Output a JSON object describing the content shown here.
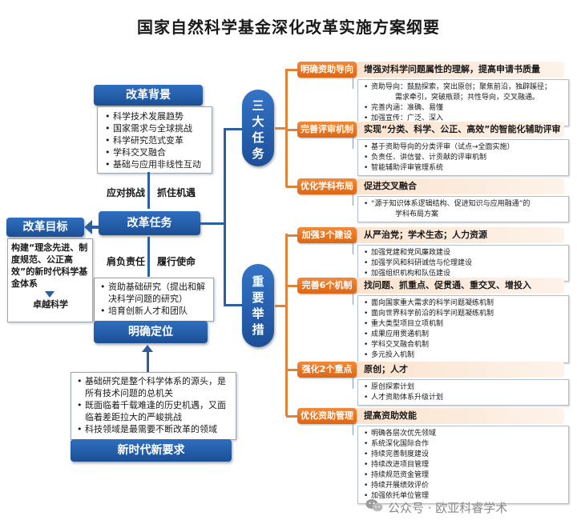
{
  "title": "国家自然科学基金深化改革实施方案纲要",
  "left": {
    "background": {
      "header": "改革背景",
      "items": [
        "科学技术发展趋势",
        "国家需求与全球挑战",
        "科学研究范式变革",
        "学科交叉融合",
        "基础与应用非线性互动"
      ]
    },
    "link_top": [
      "应对挑战",
      "抓住机遇"
    ],
    "tasks": "改革任务",
    "link_bottom": [
      "肩负责任",
      "履行使命"
    ],
    "positioning": {
      "items": [
        "资助基础研究（提出和解决科学问题的研究）",
        "培育创新人才和团队"
      ],
      "header": "明确定位"
    },
    "new_era": {
      "items": [
        "基础研究是整个科学体系的源头，是所有技术问题的总机关",
        "既面临着千载难逢的历史机遇，又面临着差距拉大的严峻挑战",
        "科技领域是最需要不断改革的领域"
      ],
      "header": "新时代新要求"
    },
    "goal": {
      "header": "改革目标",
      "text": "构建“理念先进、制度规范、公正高效”的新时代科学基金体系",
      "result": "卓越科学"
    }
  },
  "groups": {
    "three_tasks": "三大任务",
    "key_measures": "重要举措"
  },
  "right": [
    {
      "label": "明确资助导向",
      "head": "增强对科学问题属性的理解，提高申请书质量",
      "items": [
        {
          "text": "资助导向：鼓励探索，突出原创；聚焦前沿，独辟蹊径；",
          "cont": false
        },
        {
          "text": "需求牵引，突破瓶颈；共性导向，交叉融通。",
          "cont": true
        },
        {
          "text": "完善内涵：准确、易懂",
          "cont": false
        },
        {
          "text": "加强宣传：广泛、深入",
          "cont": false
        }
      ]
    },
    {
      "label": "完善评审机制",
      "head": "实现“分类、科学、公正、高效”的智能化辅助评审",
      "items": [
        {
          "text": "基于资助导向的分类评审（试点→全面实施）",
          "cont": false
        },
        {
          "text": "负责任、讲信誉、计贡献的评审机制",
          "cont": false
        },
        {
          "text": "智能辅助评审管理系统",
          "cont": false
        }
      ]
    },
    {
      "label": "优化学科布局",
      "head": "促进交叉融合",
      "items": [
        {
          "text": "“源于知识体系逻辑结构、促进知识与应用融通”的",
          "cont": false
        },
        {
          "text": "学科布局方案",
          "cont": true
        }
      ]
    },
    {
      "label": "加强3个建设",
      "head": "从严治党；学术生态；人力资源",
      "items": [
        {
          "text": "加强党建和党风廉政建设",
          "cont": false
        },
        {
          "text": "加强学风和科研诚信与伦理建设",
          "cont": false
        },
        {
          "text": "加强组织机构和队伍建设",
          "cont": false
        }
      ]
    },
    {
      "label": "完善6个机制",
      "head": "找问题、抓重点、促贯通、重交叉、增投入",
      "items": [
        {
          "text": "面向国家重大需求的科学问题凝练机制",
          "cont": false
        },
        {
          "text": "面向世界科学前沿的科学问题凝练机制",
          "cont": false
        },
        {
          "text": "重大类型项目立项机制",
          "cont": false
        },
        {
          "text": "成果应用贯通机制",
          "cont": false
        },
        {
          "text": "学科交叉融合机制",
          "cont": false
        },
        {
          "text": "多元投入机制",
          "cont": false
        }
      ]
    },
    {
      "label": "强化2个重点",
      "head": "原创；人才",
      "items": [
        {
          "text": "原创探索计划",
          "cont": false
        },
        {
          "text": "人才资助体系升级计划",
          "cont": false
        }
      ]
    },
    {
      "label": "优化资助管理",
      "head": "提高资助效能",
      "items": [
        {
          "text": "明确各层次优先领域",
          "cont": false
        },
        {
          "text": "系统深化国际合作",
          "cont": false
        },
        {
          "text": "持续完善制度建设",
          "cont": false
        },
        {
          "text": "持续改进项目管理",
          "cont": false
        },
        {
          "text": "持续规范资金管理",
          "cont": false
        },
        {
          "text": "持续开展绩效评价",
          "cont": false
        },
        {
          "text": "加强依托单位管理",
          "cont": false
        }
      ]
    }
  ],
  "watermark": "公众号 · 欧亚科睿学术"
}
